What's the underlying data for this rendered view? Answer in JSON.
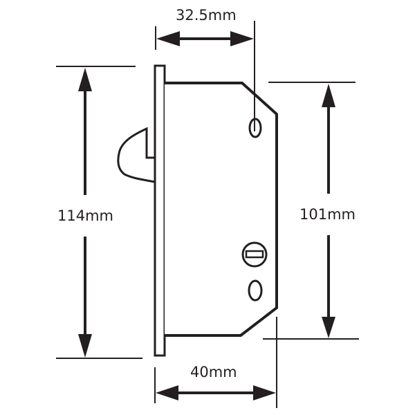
{
  "diagram": {
    "subject": "sliding door hook lock mortice case",
    "colors": {
      "line": "#231f20",
      "background": "#ffffff"
    },
    "dimensions": {
      "backset": {
        "label": "32.5mm",
        "orientation": "horizontal"
      },
      "case_depth": {
        "label": "40mm",
        "orientation": "horizontal"
      },
      "faceplate_height": {
        "label": "114mm",
        "orientation": "vertical"
      },
      "case_height": {
        "label": "101mm",
        "orientation": "vertical"
      }
    },
    "parts": [
      "faceplate",
      "lock-body",
      "hook-bolt",
      "upper-fixing-slot",
      "key-cylinder-hole",
      "lower-fixing-slot"
    ]
  }
}
